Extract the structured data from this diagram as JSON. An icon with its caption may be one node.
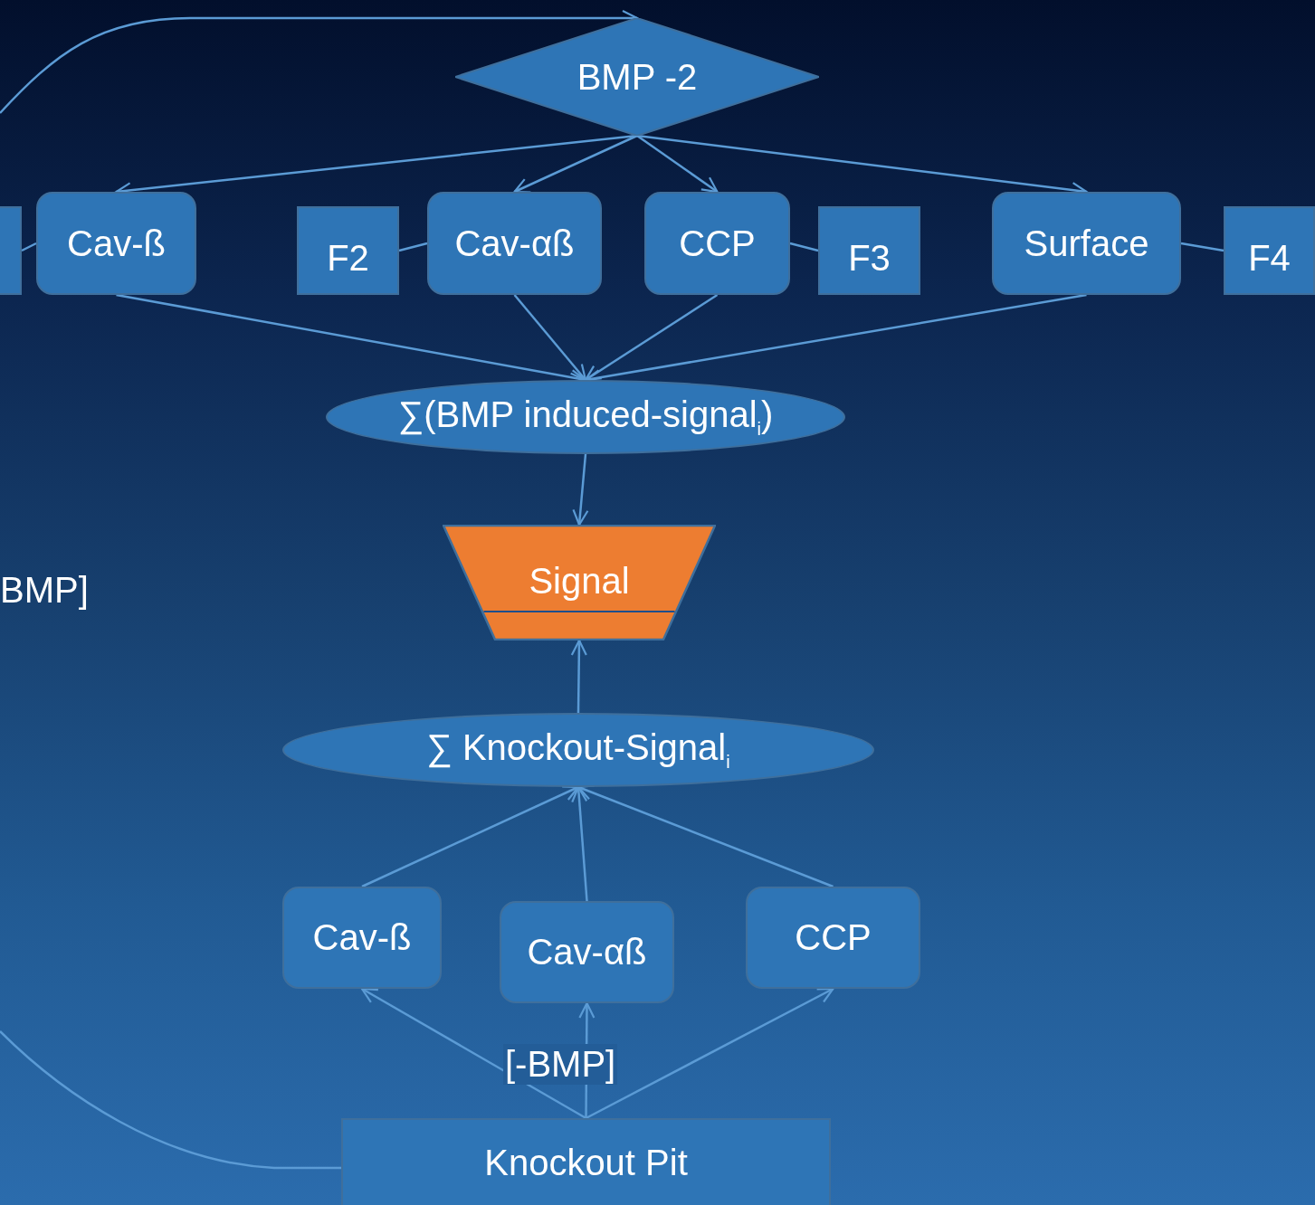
{
  "diagram": {
    "nodes": [
      {
        "text": [
          "BMP -2"
        ]
      },
      {
        "text": [],
        "shape": "box"
      },
      {
        "text": [
          "Cav-ß"
        ]
      },
      {
        "text": [
          "F2"
        ]
      },
      {
        "text": [
          "Cav-αß"
        ]
      },
      {
        "text": [
          "CCP"
        ]
      },
      {
        "text": [
          "F3"
        ]
      },
      {
        "text": [
          "Surface"
        ]
      },
      {
        "text": [
          "F4"
        ]
      },
      {
        "text": [
          "∑(BMP induced-signal$_{i}$)"
        ]
      },
      {
        "text": [
          "Signal"
        ]
      },
      {
        "text": [
          "∑ Knockout-Signal$_{i}$"
        ]
      },
      {
        "text": [
          "Cav-ß"
        ]
      },
      {
        "text": [
          "Cav-αß"
        ]
      },
      {
        "text": [
          "CCP"
        ]
      },
      {
        "text": [
          "Knockout Pit"
        ]
      }
    ],
    "edges": [
      {
        "from": null,
        "to": 0,
        "arrow": "to"
      },
      {
        "from": 0,
        "to": 2,
        "arrow": "to"
      },
      {
        "from": 0,
        "to": 4,
        "arrow": "to"
      },
      {
        "from": 0,
        "to": 5,
        "arrow": "to"
      },
      {
        "from": 0,
        "to": 7,
        "arrow": "to"
      },
      {
        "from": 2,
        "to": 1,
        "arrow": "none"
      },
      {
        "from": 3,
        "to": 4,
        "arrow": "none"
      },
      {
        "from": 5,
        "to": 6,
        "arrow": "none"
      },
      {
        "from": 7,
        "to": 8,
        "arrow": "none"
      },
      {
        "from": 2,
        "to": 9,
        "arrow": "to"
      },
      {
        "from": 4,
        "to": 9,
        "arrow": "to"
      },
      {
        "from": 5,
        "to": 9,
        "arrow": "to"
      },
      {
        "from": 7,
        "to": 9,
        "arrow": "to"
      },
      {
        "from": 9,
        "to": 10,
        "arrow": "to"
      },
      {
        "from": 11,
        "to": 10,
        "arrow": "to"
      },
      {
        "from": 12,
        "to": 11,
        "arrow": "to"
      },
      {
        "from": 13,
        "to": 11,
        "arrow": "to"
      },
      {
        "from": 14,
        "to": 11,
        "arrow": "to"
      },
      {
        "from": 15,
        "to": 12,
        "arrow": "to"
      },
      {
        "from": 15,
        "to": 13,
        "arrow": "to"
      },
      {
        "from": 15,
        "to": 14,
        "arrow": "to"
      },
      {
        "from": 15,
        "to": null,
        "arrow": "none"
      }
    ],
    "labels": [
      "BMP]",
      "[-BMP]"
    ]
  }
}
